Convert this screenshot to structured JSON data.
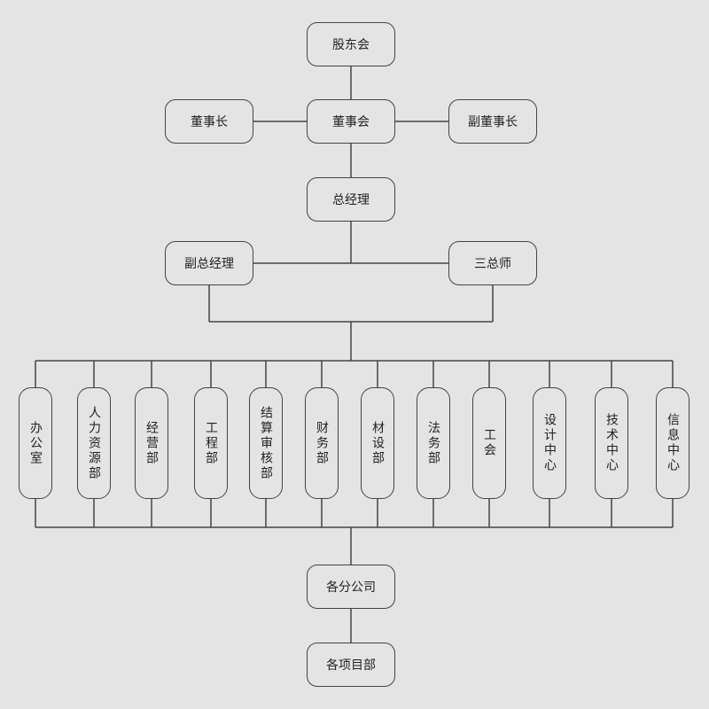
{
  "top": {
    "shareholders": "股东会",
    "chairman": "董事长",
    "board": "董事会",
    "vice_chairman": "副董事长",
    "general_manager": "总经理",
    "deputy_gm": "副总经理",
    "chief_engineers": "三总师"
  },
  "departments": [
    "办公室",
    "人力资源部",
    "经营部",
    "工程部",
    "结算审核部",
    "财务部",
    "材设部",
    "法务部",
    "工会",
    "设计中心",
    "技术中心",
    "信息中心"
  ],
  "bottom": {
    "branches": "各分公司",
    "projects": "各项目部"
  }
}
